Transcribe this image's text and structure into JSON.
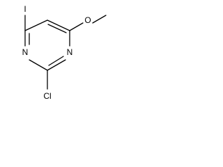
{
  "molecule": {
    "atoms": {
      "iodine": "I",
      "nitrogen_top": "N",
      "nitrogen_bottom": "N",
      "oxygen": "O",
      "chlorine": "Cl"
    }
  }
}
